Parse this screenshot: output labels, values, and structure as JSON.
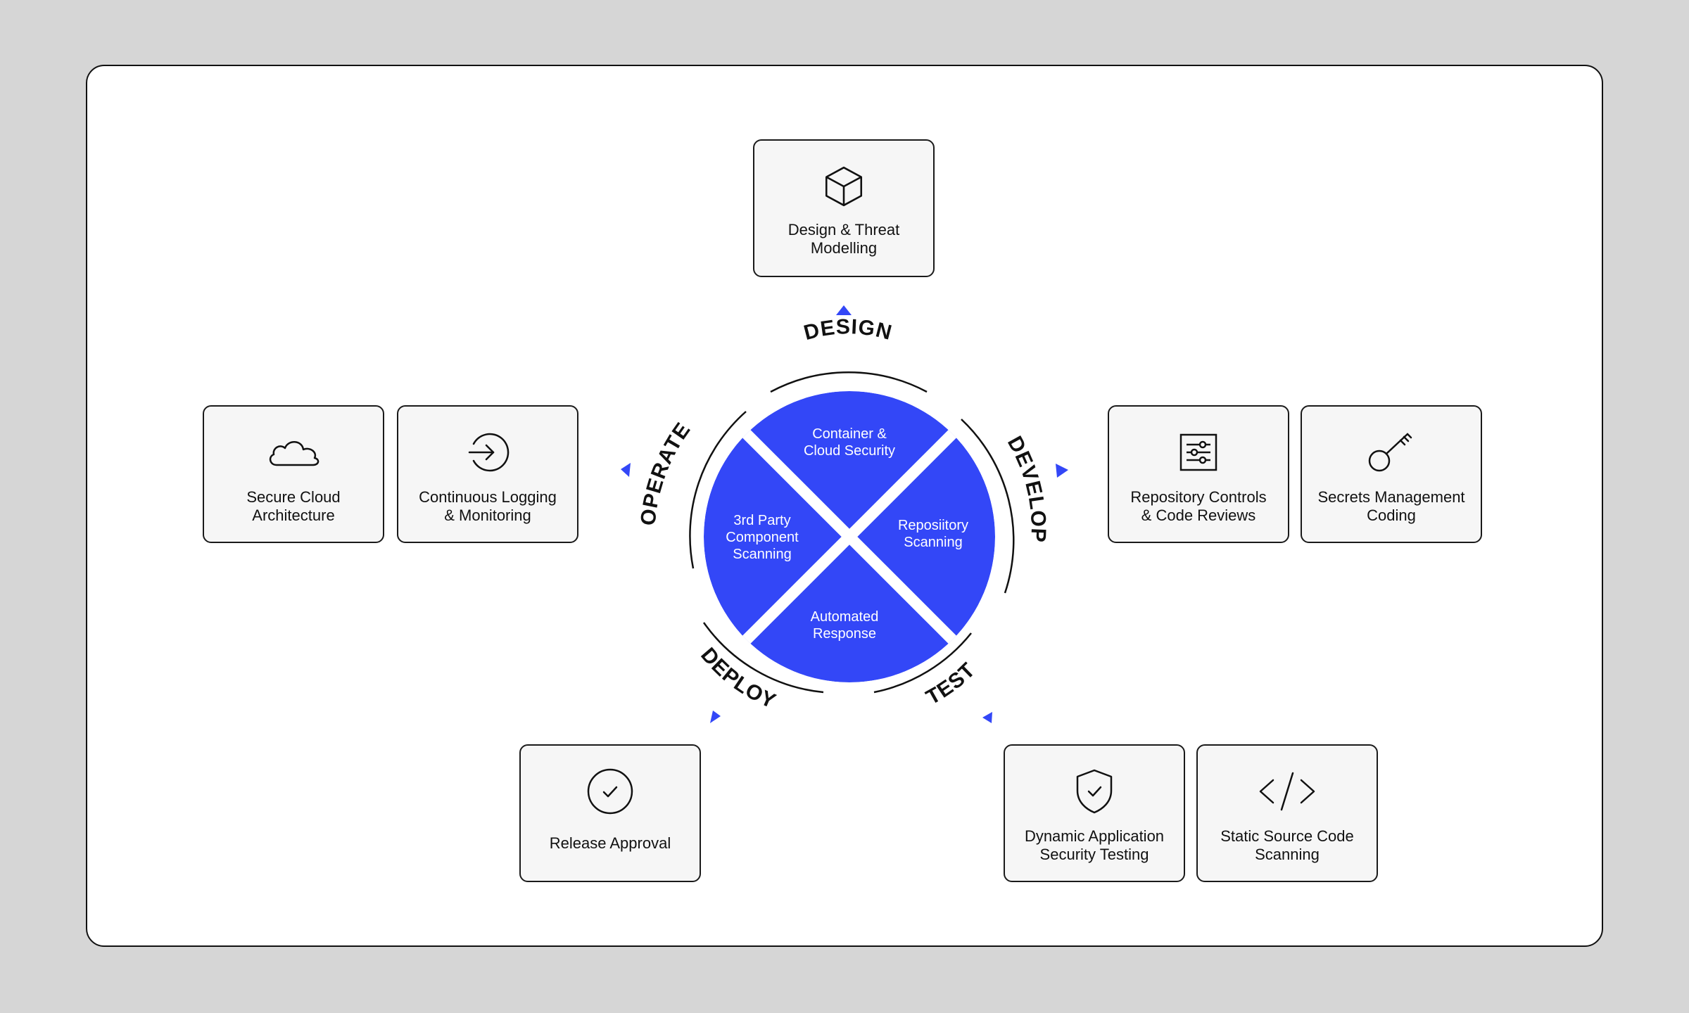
{
  "colors": {
    "accent": "#3347f7",
    "ink": "#111111",
    "card": "#f6f6f6",
    "background": "#d6d6d6"
  },
  "phases": {
    "design": "DESIGN",
    "develop": "DEVELOP",
    "test": "TEST",
    "deploy": "DEPLOY",
    "operate": "OPERATE"
  },
  "wheel": {
    "top": "Container &\nCloud Security",
    "right": "Reposiitory\nScanning",
    "bottom": "Automated\nResponse",
    "left": "3rd Party\nComponent\nScanning"
  },
  "cards": {
    "design_threat": {
      "label": "Design & Threat\nModelling",
      "icon": "cube-icon"
    },
    "secure_cloud": {
      "label": "Secure Cloud\nArchitecture",
      "icon": "cloud-icon"
    },
    "continuous_logging": {
      "label": "Continuous Logging\n& Monitoring",
      "icon": "arrow-circle-icon"
    },
    "repository_controls": {
      "label": "Repository Controls\n& Code Reviews",
      "icon": "sliders-icon"
    },
    "secrets_management": {
      "label": "Secrets Management\nCoding",
      "icon": "key-icon"
    },
    "release_approval": {
      "label": "Release Approval",
      "icon": "check-circle-icon"
    },
    "dast": {
      "label": "Dynamic Application\nSecurity Testing",
      "icon": "shield-check-icon"
    },
    "static_scanning": {
      "label": "Static Source Code\nScanning",
      "icon": "code-icon"
    }
  }
}
